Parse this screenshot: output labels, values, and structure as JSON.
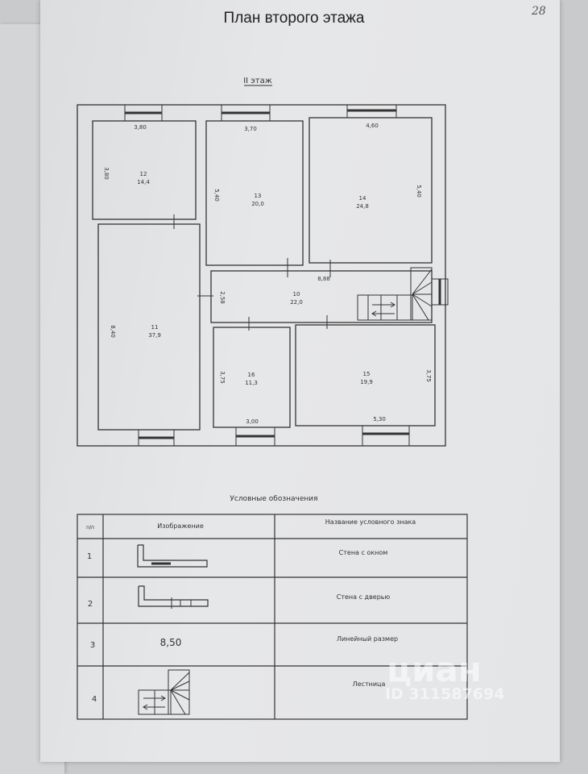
{
  "page": {
    "title": "План второго этажа",
    "page_number": "28",
    "floor_label": "II этаж"
  },
  "rooms": [
    {
      "id": "12",
      "area": "14,4",
      "width": "3,80",
      "height": "3,80"
    },
    {
      "id": "11",
      "area": "37,9",
      "height": "8,40"
    },
    {
      "id": "13",
      "area": "20,0",
      "width": "3,70",
      "height": "5,40"
    },
    {
      "id": "14",
      "area": "24,8",
      "width": "4,60",
      "height": "5,40"
    },
    {
      "id": "10",
      "area": "22,0",
      "width": "8,88",
      "height": "2,58"
    },
    {
      "id": "16",
      "area": "11,3",
      "width": "3,00",
      "height": "3,75"
    },
    {
      "id": "15",
      "area": "19,9",
      "width": "5,30",
      "height": "3,75"
    }
  ],
  "legend": {
    "title": "Условные обозначения",
    "headers": [
      "п/п",
      "Изображение",
      "Название условного знака"
    ],
    "rows": [
      {
        "n": "1",
        "image": "",
        "name": "Стена с окном"
      },
      {
        "n": "2",
        "image": "",
        "name": "Стена с дверью"
      },
      {
        "n": "3",
        "image": "8,50",
        "name": "Линейный размер"
      },
      {
        "n": "4",
        "image": "",
        "name": "Лестница"
      }
    ]
  },
  "watermark": {
    "brand": "циан",
    "id": "ID 311587694"
  }
}
